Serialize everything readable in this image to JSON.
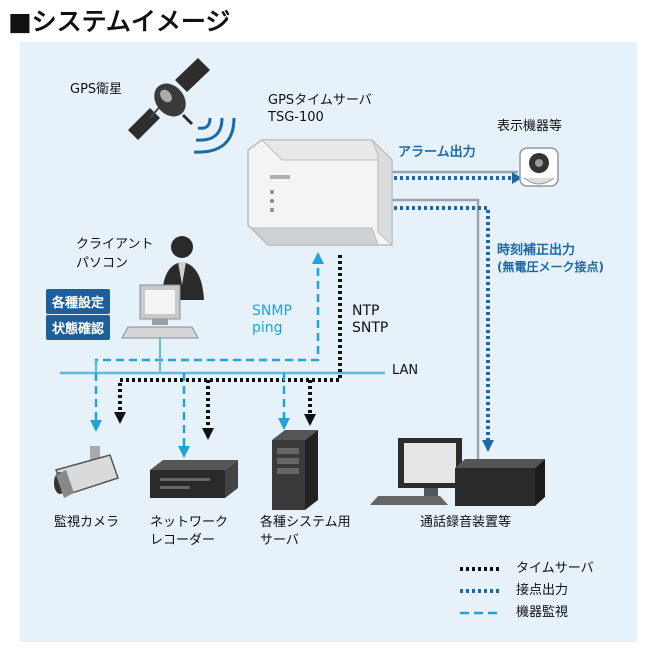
{
  "title": "■システムイメージ",
  "nodes": {
    "gps_satellite": "GPS衛星",
    "server_name": "GPSタイムサーバ",
    "server_model": "TSG-100",
    "display_device": "表示機器等",
    "client_pc_line1": "クライアント",
    "client_pc_line2": "パソコン",
    "camera": "監視カメラ",
    "recorder_line1": "ネットワーク",
    "recorder_line2": "レコーダー",
    "servers_line1": "各種システム用",
    "servers_line2": "サーバ",
    "call_recorder": "通話録音装置等"
  },
  "badges": {
    "settings": "各種設定",
    "status": "状態確認"
  },
  "signals": {
    "alarm_output": "アラーム出力",
    "time_correction_line1": "時刻補正出力",
    "time_correction_line2": "(無電圧メーク接点)",
    "snmp": "SNMP",
    "ping": "ping",
    "ntp": "NTP",
    "sntp": "SNTP",
    "lan": "LAN"
  },
  "legend": [
    {
      "style": "dotted-black",
      "label": "タイムサーバ"
    },
    {
      "style": "dotted-blue",
      "label": "接点出力"
    },
    {
      "style": "dashed-cyan",
      "label": "機器監視"
    }
  ],
  "colors": {
    "black_dotted": "#111111",
    "blue_dotted": "#1a6aa8",
    "cyan_dashed": "#22a3d6",
    "lan": "#5fb8df",
    "badge": "#1d5f9a",
    "background": "#e6f1f9"
  }
}
